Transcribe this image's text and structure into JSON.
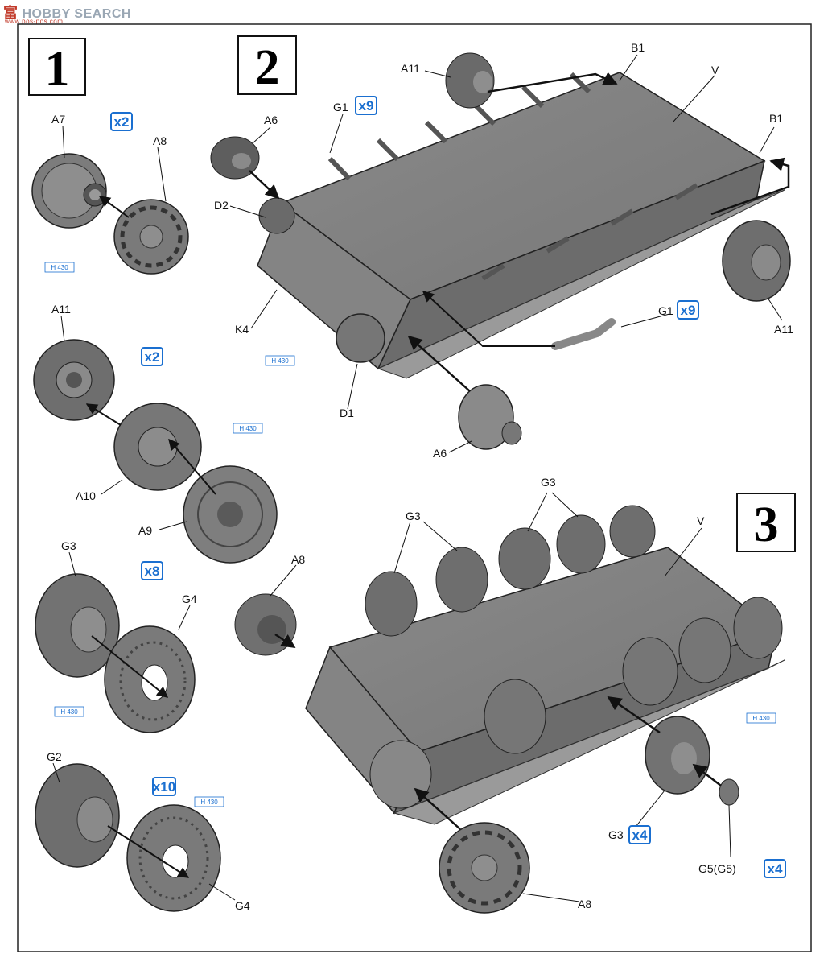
{
  "watermark": {
    "brand": "富",
    "text": "HOBBY SEARCH",
    "sub": "www.pos-pos.com"
  },
  "steps": [
    {
      "number": "1"
    },
    {
      "number": "2"
    },
    {
      "number": "3"
    }
  ],
  "part_labels": {
    "a7": "A7",
    "a8_s1": "A8",
    "a11_s1": "A11",
    "a10": "A10",
    "a9": "A9",
    "g3_s1": "G3",
    "g4_s1": "G4",
    "g2": "G2",
    "g4_s1b": "G4",
    "a6_top": "A6",
    "d2": "D2",
    "k4": "K4",
    "d1": "D1",
    "a6_bottom": "A6",
    "g1_top": "G1",
    "g1_right": "G1",
    "a11_top": "A11",
    "b1_top": "B1",
    "v_s2": "V",
    "b1_right": "B1",
    "a11_right": "A11",
    "g3_s3_left": "G3",
    "g3_s3_mid": "G3",
    "v_s3": "V",
    "a8_s3_top": "A8",
    "g3_s3_bottom": "G3",
    "g5": "G5(G5)",
    "a8_s3_bottom": "A8"
  },
  "quantities": {
    "s1_a7": "x2",
    "s1_a11": "x2",
    "s1_g3": "x8",
    "s1_g2": "x10",
    "s2_g1_top": "x9",
    "s2_g1_right": "x9",
    "s3_g3": "x4",
    "s3_g5": "x4"
  },
  "paint_refs": {
    "s1_a7": "H 430",
    "s1_a9": "H 430",
    "s1_g3": "H 430",
    "s1_g4": "H 430",
    "s2_k4": "H 430",
    "s3_g5": "H 430"
  },
  "colors": {
    "part_gray": "#8c8c8c",
    "part_dark": "#5e5e5e",
    "accent_blue": "#1a6fd0",
    "line": "#111111"
  }
}
